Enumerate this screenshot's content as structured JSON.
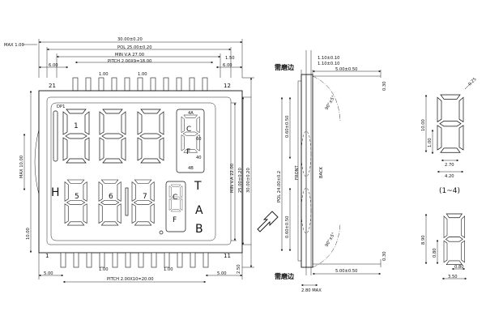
{
  "front_view": {
    "max_left": "MAX 1.00",
    "outer_width": "30.00±0.20",
    "pol_width": "POL 25.00±0.20",
    "min_va_width": "MIN V.A 27.00",
    "pitch_top": "PITCH 2.00X9=18.00",
    "offset_1_50": "1.50",
    "left_offset": "6.00",
    "right_offset": "6.00",
    "pin_spacing_1": "1.00",
    "pin_spacing_2": "1.00",
    "pin_21": "21",
    "pin_12": "12",
    "pin_1": "1",
    "pin_11": "11",
    "max_height": "MAX 10.00",
    "left_height": "10.00",
    "min_va_height": "MIN V.A 22.00",
    "pol_height": "25.00±0.20",
    "outer_height": "30.00±0.20",
    "bottom_left": "5.00",
    "bottom_pin_1": "1.00",
    "bottom_pin_2": "1.00",
    "bottom_right": "5.00",
    "bottom_2_50": "2.50",
    "pitch_bottom": "PITCH 2.00X10=20.00",
    "label_dp": "DP1",
    "digit_1": "1",
    "digit_5": "5",
    "digit_6": "6",
    "digit_7": "7",
    "label_h": "H",
    "label_t": "T",
    "label_a": "A",
    "label_b": "B",
    "label_c": "C",
    "label_f": "F",
    "label_4a": "4A",
    "label_60": "60",
    "label_40": "40",
    "label_4b": "4B"
  },
  "side_view": {
    "top_1": "1.10±0.10",
    "top_2": "1.10±0.10",
    "top_3": "5.00±0.50",
    "right_0_30": "0.30",
    "pol_height": "POL 24.00±0.2",
    "upper_0_60": "0.60±0.50",
    "lower_0_60": "0.60±0.50",
    "front": "FRONT",
    "back": "BACK",
    "angle_top": "90°±5°",
    "angle_bottom": "90°±5°",
    "bottom_5": "5.00±0.50",
    "bottom_0_30": "0.30",
    "max_2_80": "2.80 MAX",
    "need_edge_top": "需磨边",
    "need_edge_bottom": "需磨边"
  },
  "detail_1": {
    "label_0_25": "0.25",
    "height_10": "10.00",
    "height_1": "1.00",
    "width_2_70": "2.70",
    "width_4_20": "4.20",
    "caption": "(1~4)"
  },
  "detail_2": {
    "height_8": "8.90",
    "height_0_80": "0.80",
    "width_0_80": "0.80",
    "width_3_50": "3.50"
  }
}
